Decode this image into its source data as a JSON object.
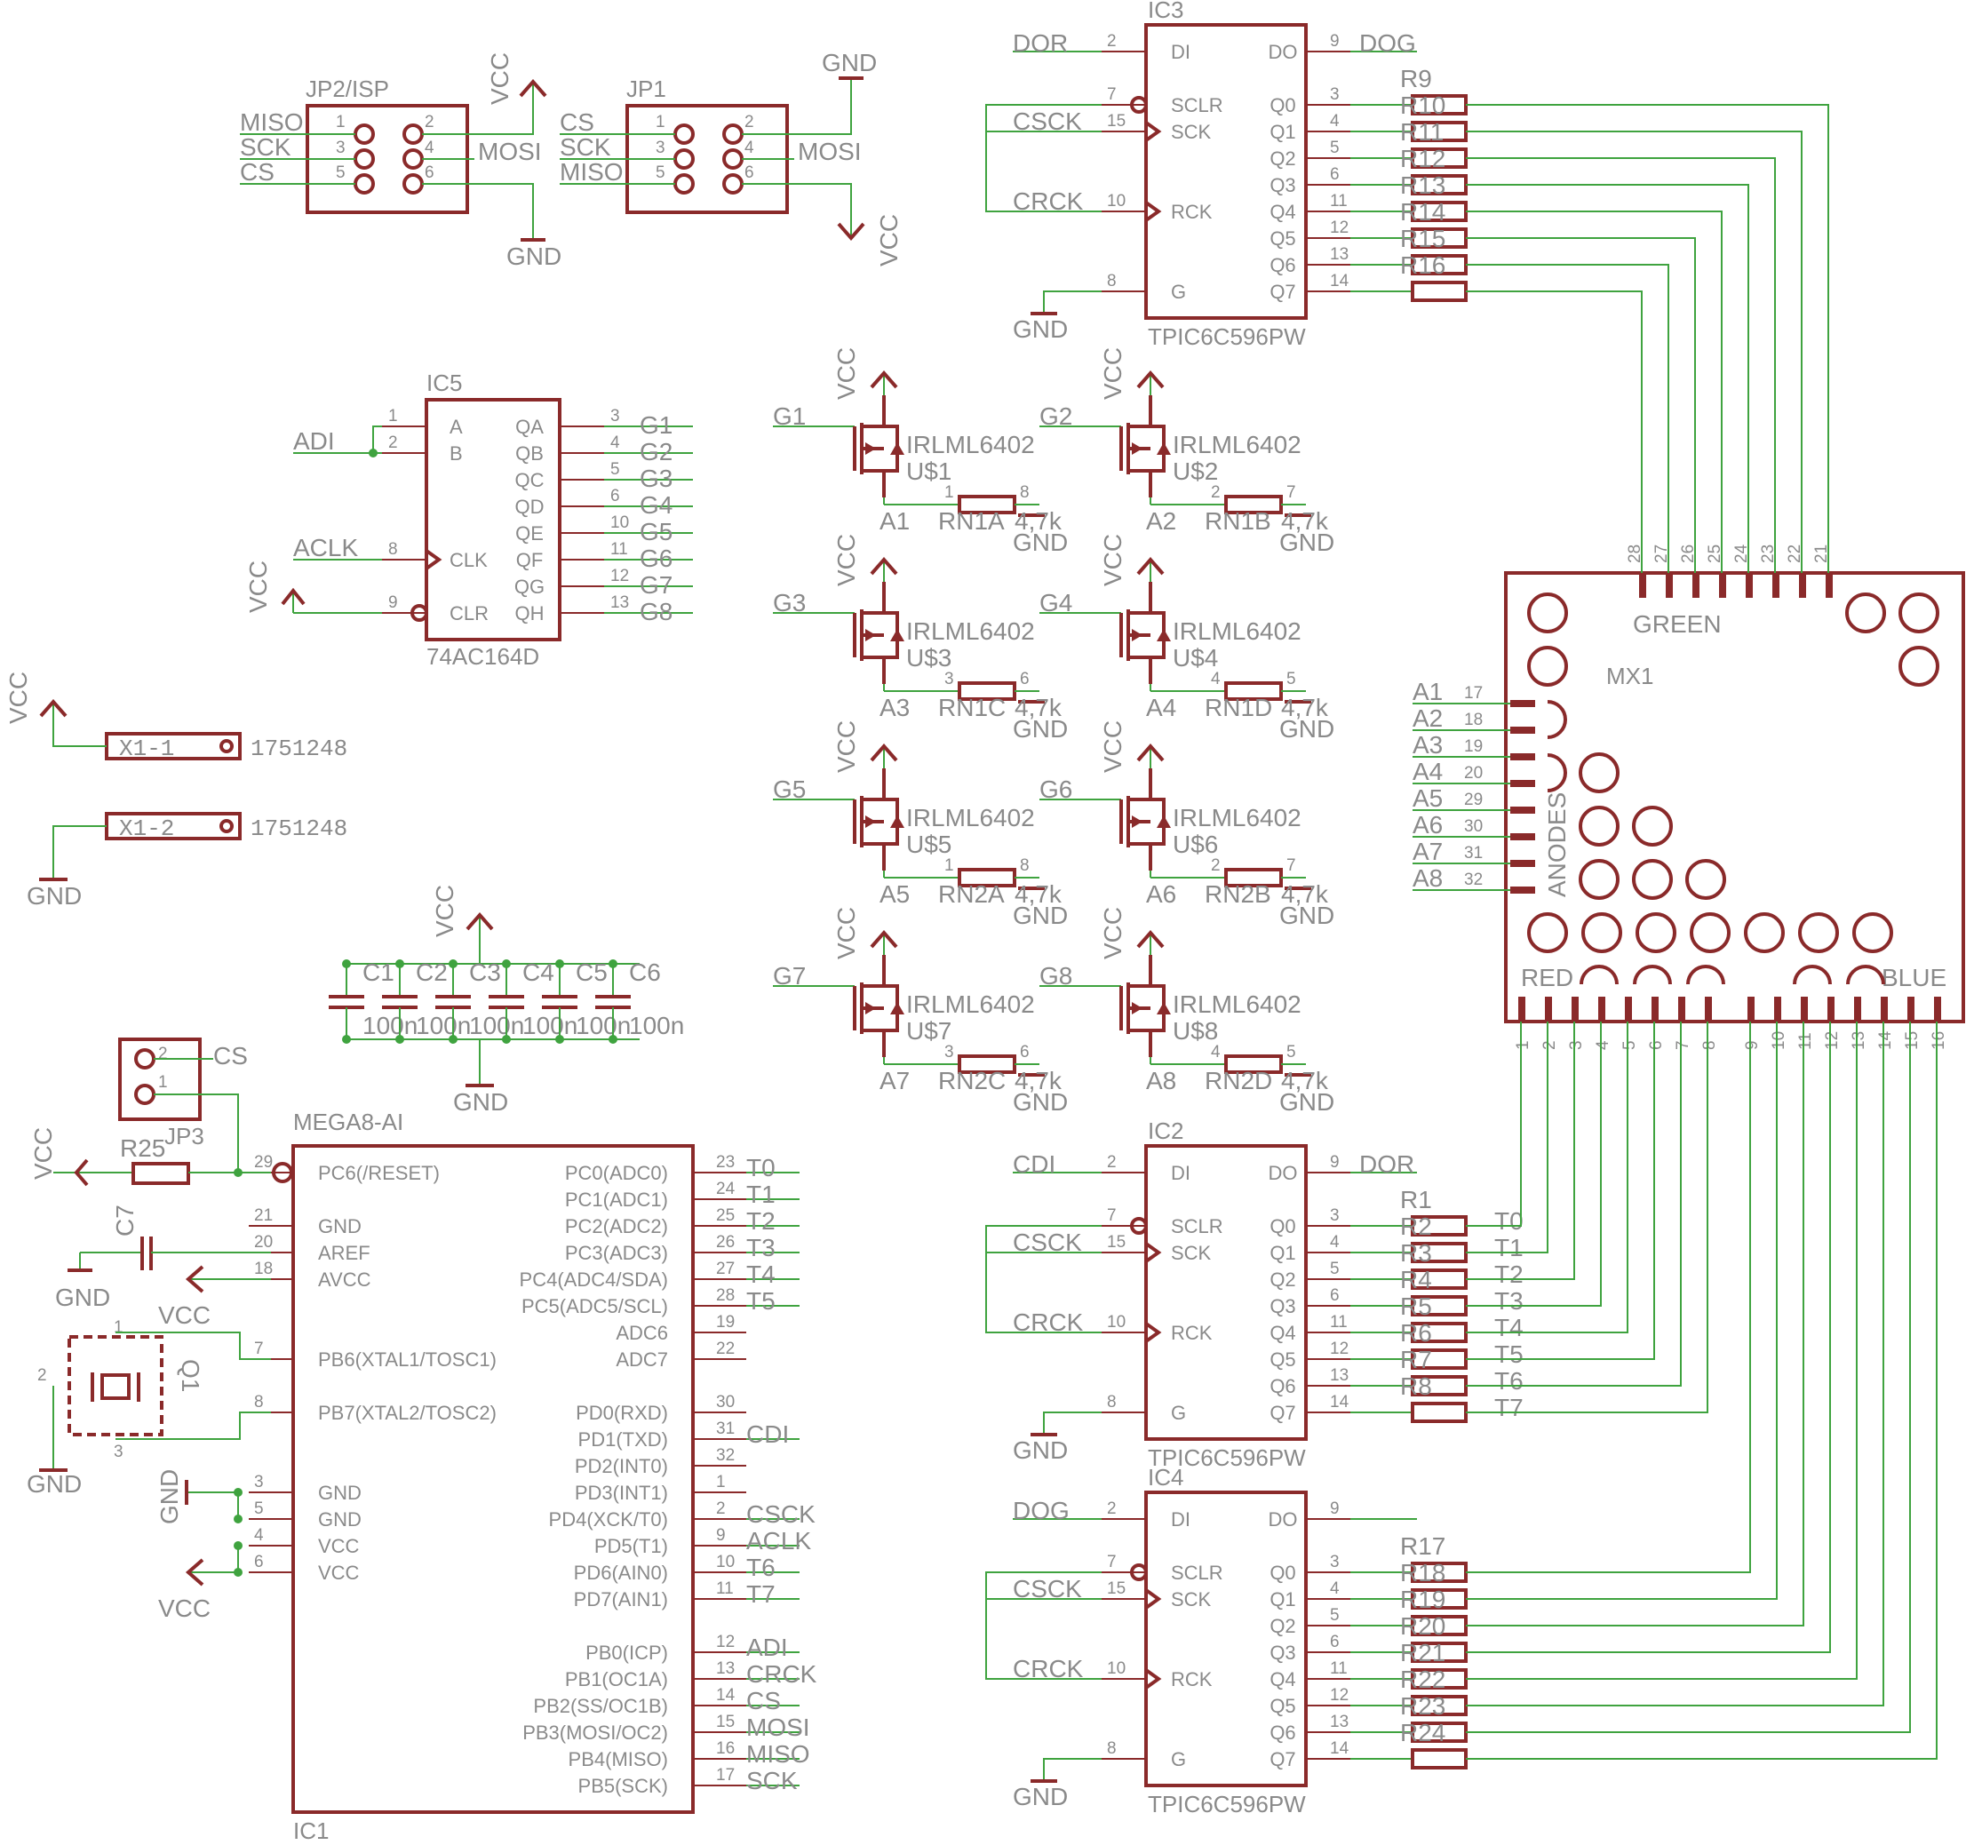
{
  "colors": {
    "wire": "#3fa33f",
    "part": "#8a2a2a",
    "text": "#8a8a8a",
    "background": "#ffffff"
  },
  "jp2": {
    "name": "JP2/ISP",
    "left": [
      "MISO",
      "SCK",
      "CS"
    ],
    "right_label": "MOSI",
    "top": "VCC",
    "bottom": "GND",
    "pins_left": [
      "1",
      "3",
      "5"
    ],
    "pins_right": [
      "2",
      "4",
      "6"
    ]
  },
  "jp1": {
    "name": "JP1",
    "left": [
      "CS",
      "SCK",
      "MISO"
    ],
    "right_label": "MOSI",
    "top": "GND",
    "bottom": "VCC",
    "pins_left": [
      "1",
      "3",
      "5"
    ],
    "pins_right": [
      "2",
      "4",
      "6"
    ]
  },
  "ic5": {
    "name": "IC5",
    "value": "74AC164D",
    "left_pins": [
      {
        "num": "1",
        "name": "A",
        "net": ""
      },
      {
        "num": "2",
        "name": "B",
        "net": "ADI"
      },
      {
        "num": "8",
        "name": "CLK",
        "net": "ACLK"
      },
      {
        "num": "9",
        "name": "CLR",
        "net": "VCC"
      }
    ],
    "right_pins": [
      {
        "num": "3",
        "name": "QA",
        "net": "G1"
      },
      {
        "num": "4",
        "name": "QB",
        "net": "G2"
      },
      {
        "num": "5",
        "name": "QC",
        "net": "G3"
      },
      {
        "num": "6",
        "name": "QD",
        "net": "G4"
      },
      {
        "num": "10",
        "name": "QE",
        "net": "G5"
      },
      {
        "num": "11",
        "name": "QF",
        "net": "G6"
      },
      {
        "num": "12",
        "name": "QG",
        "net": "G7"
      },
      {
        "num": "13",
        "name": "QH",
        "net": "G8"
      }
    ]
  },
  "connectors": [
    {
      "name": "X1-1",
      "value": "1751248",
      "net": "VCC"
    },
    {
      "name": "X1-2",
      "value": "1751248",
      "net": "GND"
    }
  ],
  "capacitors": {
    "names": [
      "C1",
      "C2",
      "C3",
      "C4",
      "C5",
      "C6"
    ],
    "values": [
      "100n",
      "100n",
      "100n",
      "100n",
      "100n",
      "100n"
    ],
    "top_net": "VCC",
    "bottom_net": "GND"
  },
  "mosfets": [
    {
      "gate": "G1",
      "part": "IRLML6402",
      "ref": "U$1",
      "anode": "A1",
      "rn": "RN1A",
      "rv": "4,7k",
      "rp": [
        "1",
        "8"
      ]
    },
    {
      "gate": "G2",
      "part": "IRLML6402",
      "ref": "U$2",
      "anode": "A2",
      "rn": "RN1B",
      "rv": "4,7k",
      "rp": [
        "2",
        "7"
      ]
    },
    {
      "gate": "G3",
      "part": "IRLML6402",
      "ref": "U$3",
      "anode": "A3",
      "rn": "RN1C",
      "rv": "4,7k",
      "rp": [
        "3",
        "6"
      ]
    },
    {
      "gate": "G4",
      "part": "IRLML6402",
      "ref": "U$4",
      "anode": "A4",
      "rn": "RN1D",
      "rv": "4,7k",
      "rp": [
        "4",
        "5"
      ]
    },
    {
      "gate": "G5",
      "part": "IRLML6402",
      "ref": "U$5",
      "anode": "A5",
      "rn": "RN2A",
      "rv": "4,7k",
      "rp": [
        "1",
        "8"
      ]
    },
    {
      "gate": "G6",
      "part": "IRLML6402",
      "ref": "U$6",
      "anode": "A6",
      "rn": "RN2B",
      "rv": "4,7k",
      "rp": [
        "2",
        "7"
      ]
    },
    {
      "gate": "G7",
      "part": "IRLML6402",
      "ref": "U$7",
      "anode": "A7",
      "rn": "RN2C",
      "rv": "4,7k",
      "rp": [
        "3",
        "6"
      ]
    },
    {
      "gate": "G8",
      "part": "IRLML6402",
      "ref": "U$8",
      "anode": "A8",
      "rn": "RN2D",
      "rv": "4,7k",
      "rp": [
        "4",
        "5"
      ]
    }
  ],
  "mosfet_nets": {
    "vcc": "VCC",
    "gnd": "GND"
  },
  "shift_regs": [
    {
      "name": "IC3",
      "value": "TPIC6C596PW",
      "di": "DOR",
      "do": "DOG",
      "res_first": "R9",
      "res": [
        "R10",
        "R11",
        "R12",
        "R13",
        "R14",
        "R15",
        "R16",
        ""
      ],
      "outnets": [
        "",
        "",
        "",
        "",
        "",
        "",
        "",
        ""
      ]
    },
    {
      "name": "IC2",
      "value": "TPIC6C596PW",
      "di": "CDI",
      "do": "DOR",
      "res_first": "R1",
      "res": [
        "R2",
        "R3",
        "R4",
        "R5",
        "R6",
        "R7",
        "R8",
        ""
      ],
      "outnets": [
        "T0",
        "T1",
        "T2",
        "T3",
        "T4",
        "T5",
        "T6",
        "T7"
      ]
    },
    {
      "name": "IC4",
      "value": "TPIC6C596PW",
      "di": "DOG",
      "do": "",
      "res_first": "R17",
      "res": [
        "R18",
        "R19",
        "R20",
        "R21",
        "R22",
        "R23",
        "R24",
        ""
      ],
      "outnets": [
        "",
        "",
        "",
        "",
        "",
        "",
        "",
        ""
      ]
    }
  ],
  "tpic": {
    "pin_names_left": [
      "DI",
      "SCLR",
      "SCK",
      "RCK",
      "G"
    ],
    "pin_nums_left": [
      "2",
      "7",
      "15",
      "10",
      "8"
    ],
    "pin_names_right": [
      "DO",
      "Q0",
      "Q1",
      "Q2",
      "Q3",
      "Q4",
      "Q5",
      "Q6",
      "Q7"
    ],
    "pin_nums_right": [
      "9",
      "3",
      "4",
      "5",
      "6",
      "11",
      "12",
      "13",
      "14"
    ],
    "clk_nets": [
      "CSCK",
      "CRCK"
    ],
    "gnd": "GND"
  },
  "matrix": {
    "name": "MX1",
    "green": "GREEN",
    "red": "RED",
    "blue": "BLUE",
    "anodes": "ANODES",
    "top_pins": [
      "28",
      "27",
      "26",
      "25",
      "24",
      "23",
      "22",
      "21"
    ],
    "left_nets": [
      "A1",
      "A2",
      "A3",
      "A4",
      "A5",
      "A6",
      "A7",
      "A8"
    ],
    "left_pins": [
      "17",
      "18",
      "19",
      "20",
      "29",
      "30",
      "31",
      "32"
    ],
    "bottom_pins": [
      "1",
      "2",
      "3",
      "4",
      "5",
      "6",
      "7",
      "8",
      "9",
      "10",
      "11",
      "12",
      "13",
      "14",
      "15",
      "16"
    ]
  },
  "jp3": {
    "name": "JP3",
    "net": "CS",
    "pins": [
      "2",
      "1"
    ]
  },
  "mcu": {
    "name": "IC1",
    "value": "MEGA8-AI",
    "left_pins": [
      {
        "num": "29",
        "name": "PC6(/RESET)"
      },
      {
        "num": "21",
        "name": "GND"
      },
      {
        "num": "20",
        "name": "AREF"
      },
      {
        "num": "18",
        "name": "AVCC"
      },
      {
        "num": "7",
        "name": "PB6(XTAL1/TOSC1)"
      },
      {
        "num": "8",
        "name": "PB7(XTAL2/TOSC2)"
      },
      {
        "num": "3",
        "name": "GND"
      },
      {
        "num": "5",
        "name": "GND"
      },
      {
        "num": "4",
        "name": "VCC"
      },
      {
        "num": "6",
        "name": "VCC"
      }
    ],
    "right_pins": [
      {
        "num": "23",
        "name": "PC0(ADC0)",
        "net": "T0"
      },
      {
        "num": "24",
        "name": "PC1(ADC1)",
        "net": "T1"
      },
      {
        "num": "25",
        "name": "PC2(ADC2)",
        "net": "T2"
      },
      {
        "num": "26",
        "name": "PC3(ADC3)",
        "net": "T3"
      },
      {
        "num": "27",
        "name": "PC4(ADC4/SDA)",
        "net": "T4"
      },
      {
        "num": "28",
        "name": "PC5(ADC5/SCL)",
        "net": "T5"
      },
      {
        "num": "19",
        "name": "ADC6",
        "net": ""
      },
      {
        "num": "22",
        "name": "ADC7",
        "net": ""
      },
      {
        "num": "30",
        "name": "PD0(RXD)",
        "net": ""
      },
      {
        "num": "31",
        "name": "PD1(TXD)",
        "net": "CDI"
      },
      {
        "num": "32",
        "name": "PD2(INT0)",
        "net": ""
      },
      {
        "num": "1",
        "name": "PD3(INT1)",
        "net": ""
      },
      {
        "num": "2",
        "name": "PD4(XCK/T0)",
        "net": "CSCK"
      },
      {
        "num": "9",
        "name": "PD5(T1)",
        "net": "ACLK"
      },
      {
        "num": "10",
        "name": "PD6(AIN0)",
        "net": "T6"
      },
      {
        "num": "11",
        "name": "PD7(AIN1)",
        "net": "T7"
      },
      {
        "num": "12",
        "name": "PB0(ICP)",
        "net": "ADI"
      },
      {
        "num": "13",
        "name": "PB1(OC1A)",
        "net": "CRCK"
      },
      {
        "num": "14",
        "name": "PB2(SS/OC1B)",
        "net": "CS"
      },
      {
        "num": "15",
        "name": "PB3(MOSI/OC2)",
        "net": "MOSI"
      },
      {
        "num": "16",
        "name": "PB4(MISO)",
        "net": "MISO"
      },
      {
        "num": "17",
        "name": "PB5(SCK)",
        "net": "SCK"
      }
    ]
  },
  "mcu_misc": {
    "r25": "R25",
    "c7": "C7",
    "q1": "Q1",
    "vcc": "VCC",
    "gnd": "GND",
    "xtal_pins": [
      "1",
      "2",
      "3"
    ]
  }
}
